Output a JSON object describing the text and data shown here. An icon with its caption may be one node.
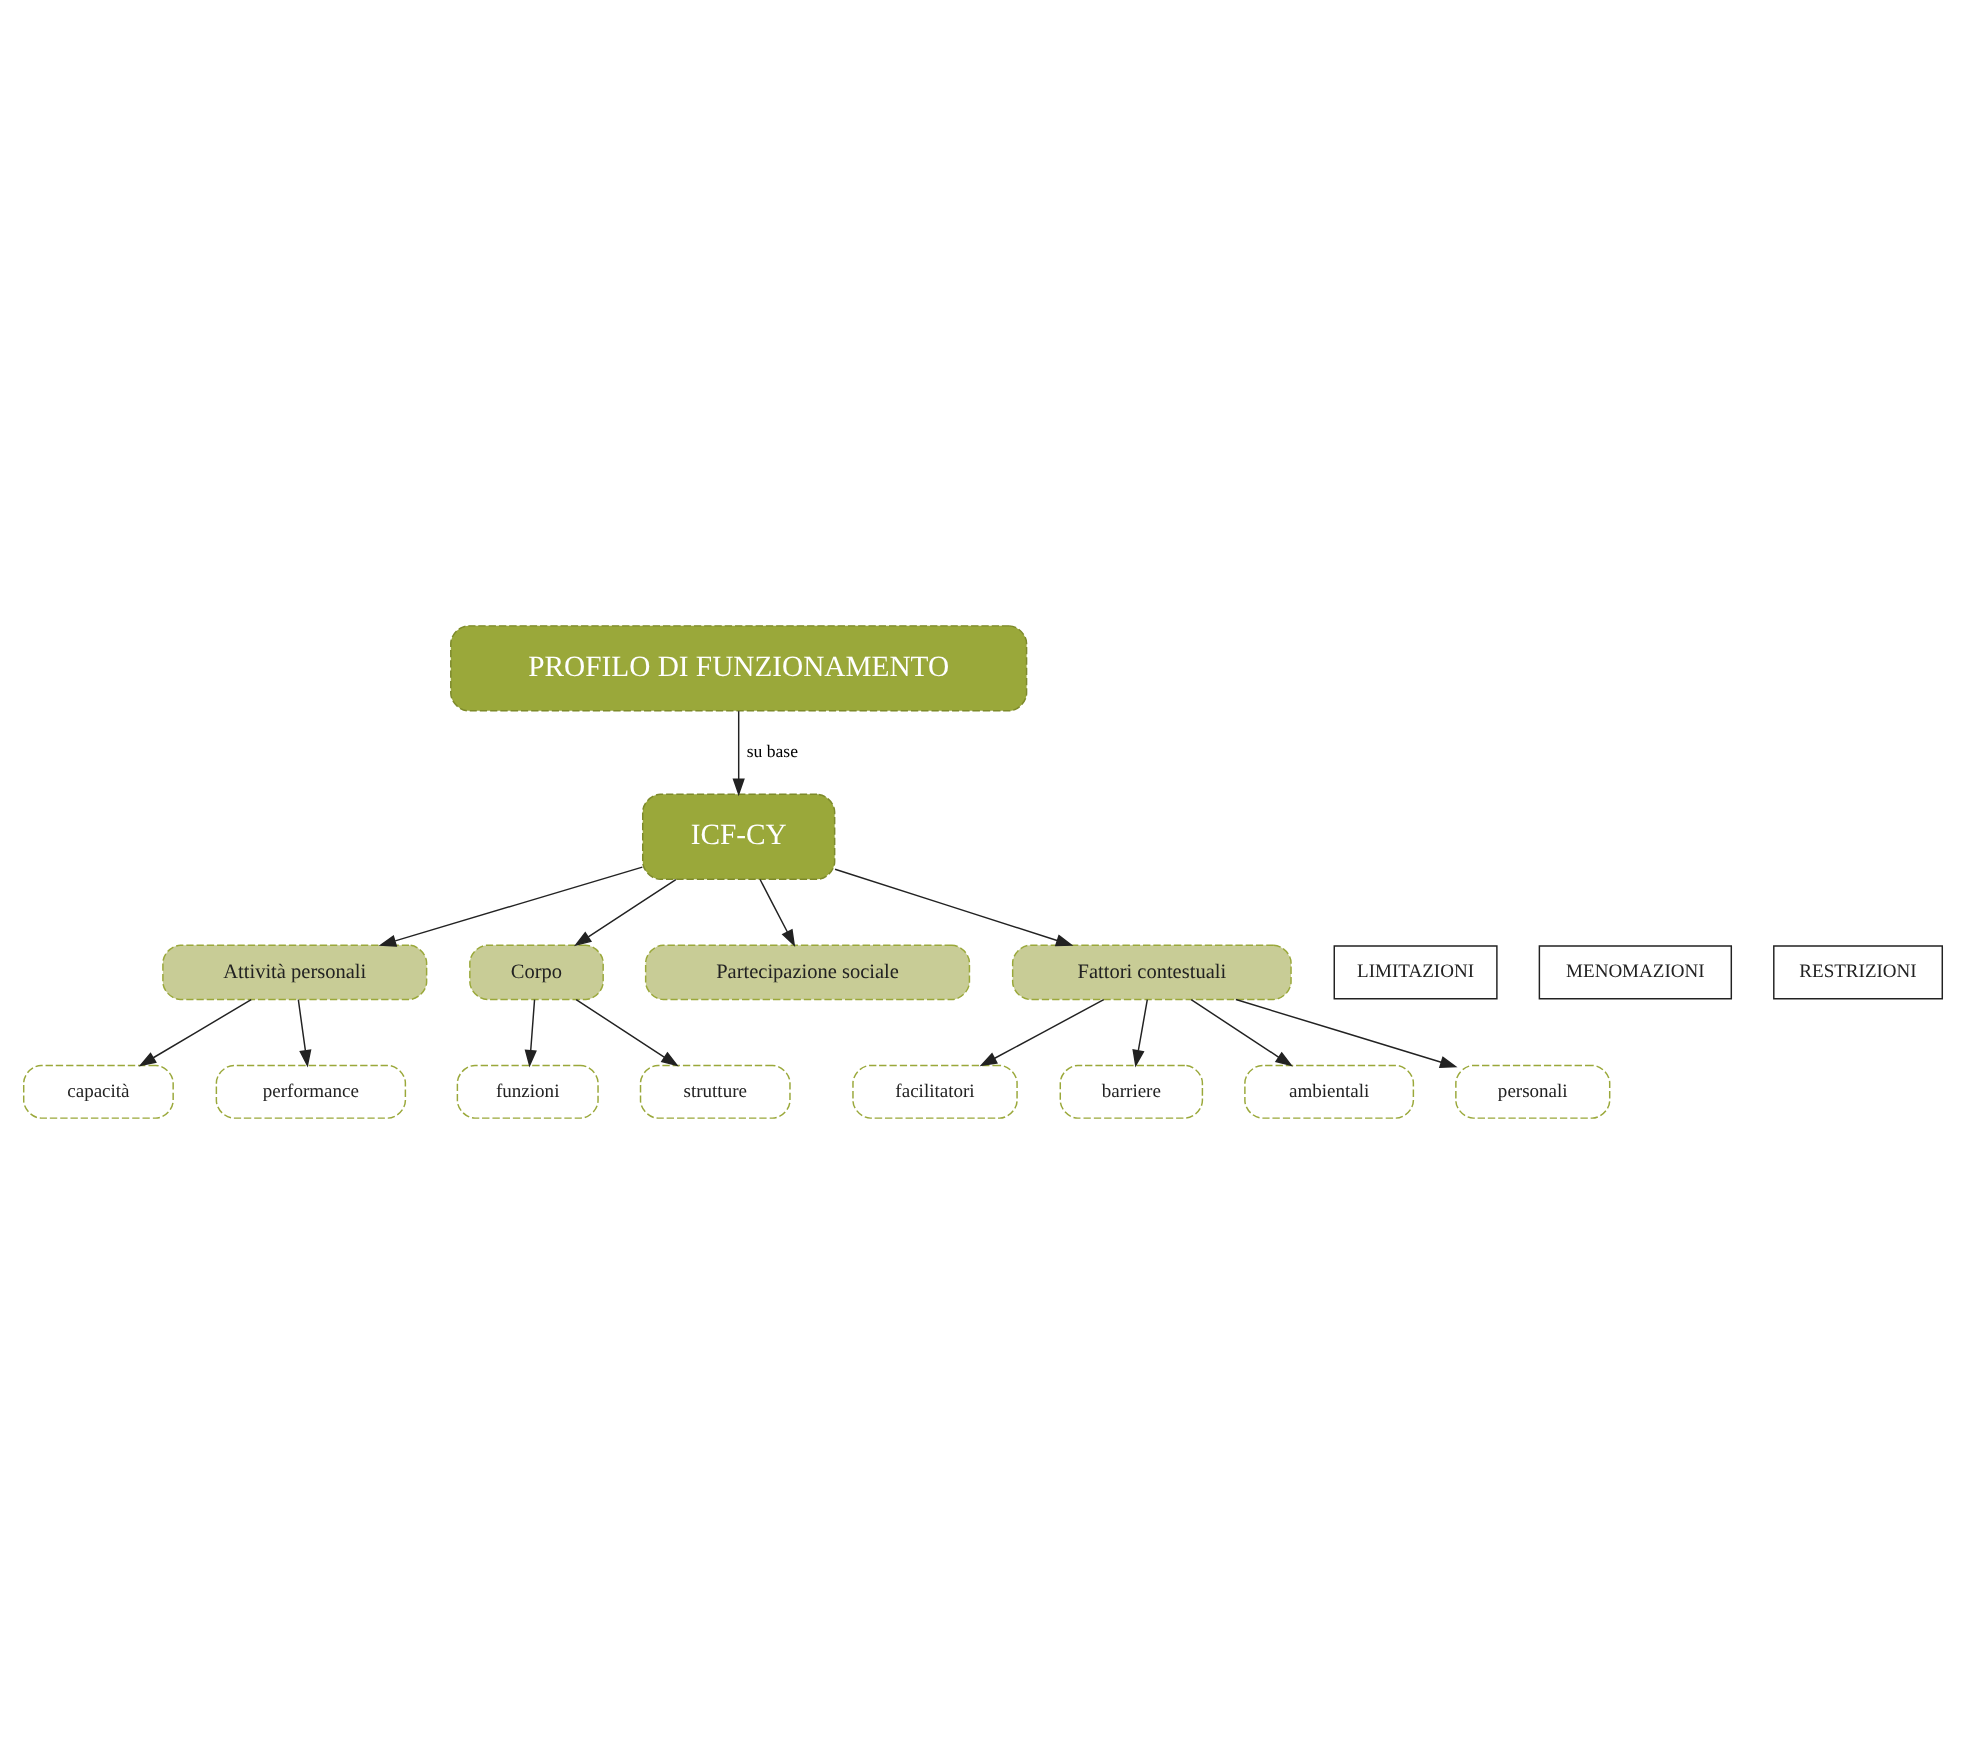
{
  "diagram": {
    "nodes": [
      {
        "text": [
          "PROFILO DI FUNZIONAMENTO"
        ]
      },
      {
        "text": [
          "ICF-CY"
        ]
      },
      {
        "text": [
          "LIMITAZIONI"
        ]
      },
      {
        "text": [
          "Attività personali"
        ]
      },
      {
        "text": [
          "capacità"
        ]
      },
      {
        "text": [
          "performance"
        ]
      },
      {
        "text": [
          "MENOMAZIONI"
        ]
      },
      {
        "text": [
          "Corpo"
        ]
      },
      {
        "text": [
          "funzioni"
        ]
      },
      {
        "text": [
          "strutture"
        ]
      },
      {
        "text": [
          "Partecipazione sociale"
        ]
      },
      {
        "text": [
          "RESTRIZIONI"
        ]
      },
      {
        "text": [
          "Fattori contestuali"
        ]
      },
      {
        "text": [
          "facilitatori"
        ]
      },
      {
        "text": [
          "barriere"
        ]
      },
      {
        "text": [
          "ambientali"
        ]
      },
      {
        "text": [
          "personali"
        ]
      }
    ],
    "edges": [
      {
        "from": 0,
        "to": 1,
        "arrow": "to",
        "label": "su base"
      },
      {
        "from": 1,
        "to": 3,
        "arrow": "to"
      },
      {
        "from": 1,
        "to": 7,
        "arrow": "to"
      },
      {
        "from": 1,
        "to": 10,
        "arrow": "to"
      },
      {
        "from": 1,
        "to": 12,
        "arrow": "to"
      },
      {
        "from": 3,
        "to": 4,
        "arrow": "to"
      },
      {
        "from": 3,
        "to": 5,
        "arrow": "to"
      },
      {
        "from": 7,
        "to": 8,
        "arrow": "to"
      },
      {
        "from": 7,
        "to": 9,
        "arrow": "to"
      },
      {
        "from": 12,
        "to": 13,
        "arrow": "to"
      },
      {
        "from": 12,
        "to": 14,
        "arrow": "to"
      },
      {
        "from": 12,
        "to": 15,
        "arrow": "to"
      },
      {
        "from": 12,
        "to": 16,
        "arrow": "to"
      }
    ]
  }
}
